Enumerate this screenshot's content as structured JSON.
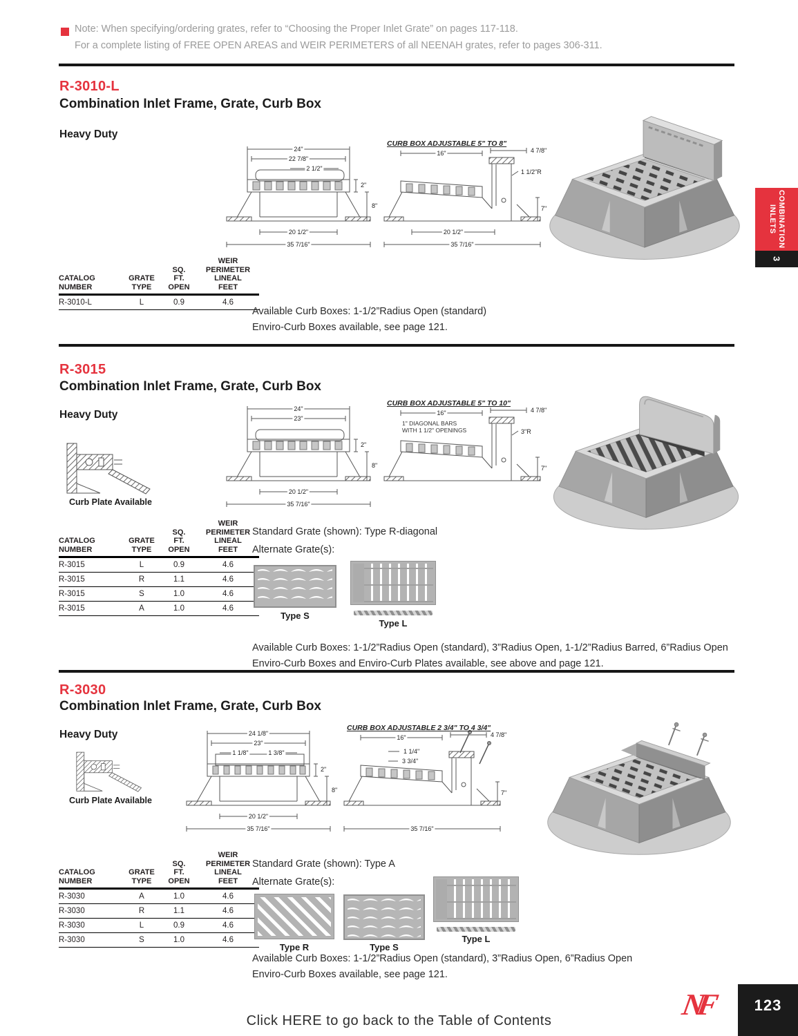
{
  "colors": {
    "accent_red": "#e5333e",
    "tab_black": "#1b1b1b",
    "note_gray": "#9b9b9b"
  },
  "note": {
    "line1": "Note: When specifying/ordering grates, refer to “Choosing the Proper Inlet Grate” on pages 117-118.",
    "line2": "For a complete listing of FREE OPEN AREAS and WEIR PERIMETERS of all NEENAH grates, refer to pages 306-311."
  },
  "side_tab": {
    "label": "COMBINATION\nINLETS",
    "number": "3"
  },
  "footer": {
    "logo": "NF",
    "page_number": "123",
    "link": "Click HERE to go back to the Table of Contents"
  },
  "table_headers": {
    "catalog": "CATALOG\nNUMBER",
    "grate": "GRATE\nTYPE",
    "sqft": "SQ.\nFT.\nOPEN",
    "weir": "WEIR\nPERIMETER\nLINEAL\nFEET"
  },
  "sections": {
    "s1": {
      "id": "R-3010-L",
      "title": "Combination Inlet Frame, Grate, Curb Box",
      "duty": "Heavy Duty",
      "curb_note": "CURB BOX ADJUSTABLE 5\" TO 8\"",
      "dims": {
        "top1": "24\"",
        "top2": "22 7/8\"",
        "top3": "2 1/2\"",
        "right1": "2\"",
        "right2": "8\"",
        "bottom1": "20 1/2\"",
        "bottom2": "35 7/16\"",
        "s_top1": "16\"",
        "s_top2": "4 7/8\"",
        "s_rad": "1 1/2\"R",
        "s_right": "7\"",
        "s_bottom1": "20 1/2\"",
        "s_bottom2": "35 7/16\""
      },
      "rows": [
        [
          "R-3010-L",
          "L",
          "0.9",
          "4.6"
        ]
      ],
      "note1": "Available Curb Boxes: 1-1/2”Radius Open (standard)",
      "note2": "Enviro-Curb Boxes available, see page 121."
    },
    "s2": {
      "id": "R-3015",
      "title": "Combination Inlet Frame, Grate, Curb Box",
      "duty": "Heavy Duty",
      "curb_plate": "Curb Plate Available",
      "curb_note": "CURB BOX ADJUSTABLE 5\" TO 10\"",
      "diag_note": "1\" DIAGONAL BARS\nWITH 1 1/2\" OPENINGS",
      "dims": {
        "top1": "24\"",
        "top2": "23\"",
        "right1": "2\"",
        "right2": "8\"",
        "bottom1": "20 1/2\"",
        "bottom2": "35 7/16\"",
        "s_top1": "16\"",
        "s_top2": "4 7/8\"",
        "s_rad": "3\"R",
        "s_right": "7\""
      },
      "standard": "Standard Grate (shown): Type R-diagonal",
      "alternate": "Alternate Grate(s):",
      "alt1": "Type S",
      "alt2": "Type L",
      "rows": [
        [
          "R-3015",
          "L",
          "0.9",
          "4.6"
        ],
        [
          "R-3015",
          "R",
          "1.1",
          "4.6"
        ],
        [
          "R-3015",
          "S",
          "1.0",
          "4.6"
        ],
        [
          "R-3015",
          "A",
          "1.0",
          "4.6"
        ]
      ],
      "note1": "Available Curb Boxes: 1-1/2”Radius Open (standard), 3”Radius Open, 1-1/2”Radius Barred, 6”Radius Open",
      "note2": "Enviro-Curb Boxes and Enviro-Curb Plates available, see above and page 121."
    },
    "s3": {
      "id": "R-3030",
      "title": "Combination Inlet Frame, Grate, Curb Box",
      "duty": "Heavy Duty",
      "curb_plate": "Curb Plate Available",
      "curb_note": "CURB BOX ADJUSTABLE 2 3/4\" TO 4 3/4\"",
      "dims": {
        "top1": "24 1/8\"",
        "top2": "23\"",
        "small_l": "1 1/8\"",
        "small_r": "1 3/8\"",
        "right1": "2\"",
        "right2": "8\"",
        "bottom1": "20 1/2\"",
        "bottom2": "35 7/16\"",
        "s_top1": "16\"",
        "s_small1": "1 1/4\"",
        "s_small2": "3 3/4\"",
        "s_top2": "4 7/8\"",
        "s_right": "7\"",
        "s_bottom2": "35 7/16\""
      },
      "standard": "Standard Grate (shown): Type A",
      "alternate": "Alternate Grate(s):",
      "alt1": "Type R",
      "alt2": "Type S",
      "alt3": "Type L",
      "rows": [
        [
          "R-3030",
          "A",
          "1.0",
          "4.6"
        ],
        [
          "R-3030",
          "R",
          "1.1",
          "4.6"
        ],
        [
          "R-3030",
          "L",
          "0.9",
          "4.6"
        ],
        [
          "R-3030",
          "S",
          "1.0",
          "4.6"
        ]
      ],
      "note1": "Available Curb Boxes: 1-1/2”Radius Open (standard), 3”Radius Open, 6”Radius Open",
      "note2": "Enviro-Curb Boxes available, see page 121."
    }
  }
}
